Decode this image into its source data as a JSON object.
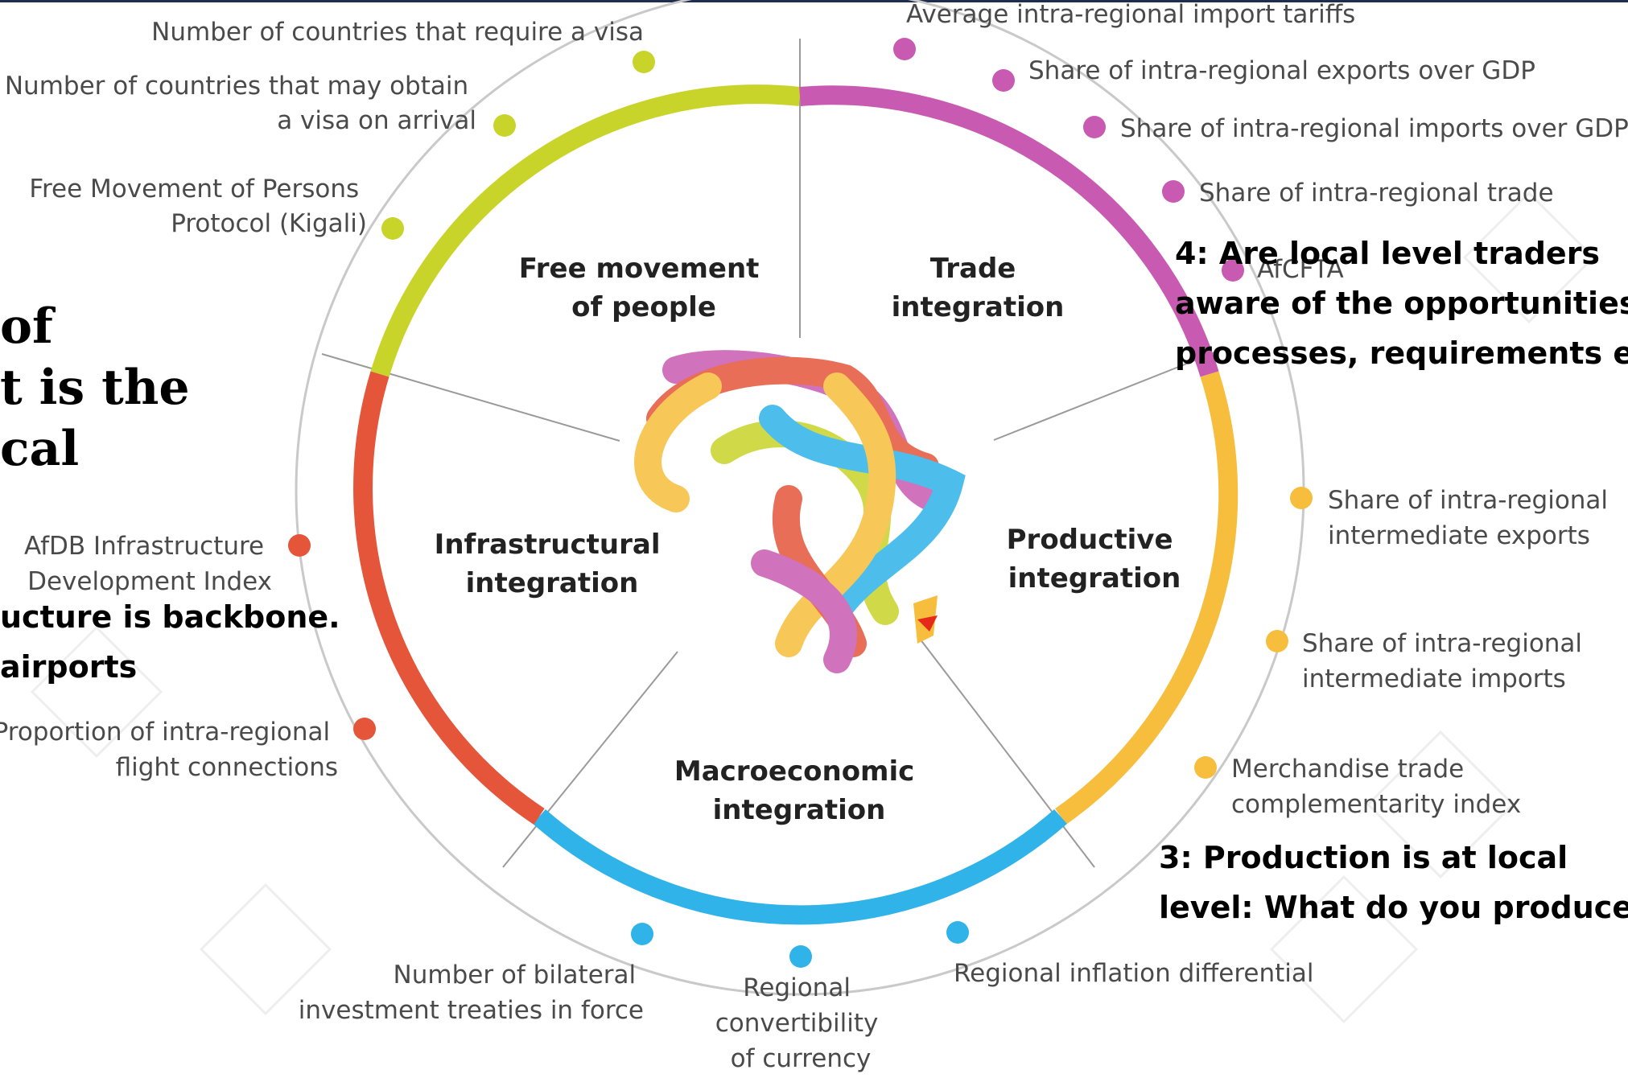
{
  "segments": {
    "free_movement": [
      "Free movement",
      "of people"
    ],
    "trade": [
      "Trade",
      "integration"
    ],
    "productive": [
      "Productive",
      "integration"
    ],
    "macro": [
      "Macroeconomic",
      "integration"
    ],
    "infra": [
      "Infrastructural",
      "integration"
    ]
  },
  "indicators": {
    "visa_required": [
      "Number of countries that require a visa"
    ],
    "visa_on_arrival": [
      "Number of countries that may obtain",
      "a visa on arrival"
    ],
    "kigali": [
      "Free Movement of Persons",
      "Protocol (Kigali)"
    ],
    "import_tariffs": [
      "Average intra-regional import tariffs"
    ],
    "exports_gdp": [
      "Share of intra-regional exports over GDP"
    ],
    "imports_gdp": [
      "Share of intra-regional imports over GDP"
    ],
    "intra_trade": [
      "Share of intra-regional trade"
    ],
    "afcfta": [
      "AfCFTA"
    ],
    "inter_exports": [
      "Share of intra-regional",
      "intermediate exports"
    ],
    "inter_imports": [
      "Share of intra-regional",
      "intermediate imports"
    ],
    "complementarity": [
      "Merchandise trade",
      "complementarity index"
    ],
    "inflation": [
      "Regional inflation differential"
    ],
    "convertibility": [
      "Regional",
      "convertibility",
      "of currency"
    ],
    "bilateral": [
      "Number of bilateral",
      "investment treaties in force"
    ],
    "flights": [
      "Proportion of intra-regional",
      "flight connections"
    ],
    "afdb": [
      "AfDB Infrastructure",
      "Development Index"
    ]
  },
  "notes": {
    "traders": [
      "4: Are local level traders",
      "aware of the opportunities,",
      "processes, requirements etc?"
    ],
    "production": [
      "3: Production is at local",
      "level: What do you produce?"
    ],
    "infra": [
      "ucture is backbone.",
      " airports"
    ],
    "left_serif": [
      "of",
      "t is the",
      "cal"
    ]
  },
  "colors": {
    "free_movement": "#c8d42a",
    "trade": "#c85ab1",
    "productive": "#f6be3c",
    "macro": "#2fb3e8",
    "infra": "#e5553a",
    "outline": "#c9c9c9"
  }
}
